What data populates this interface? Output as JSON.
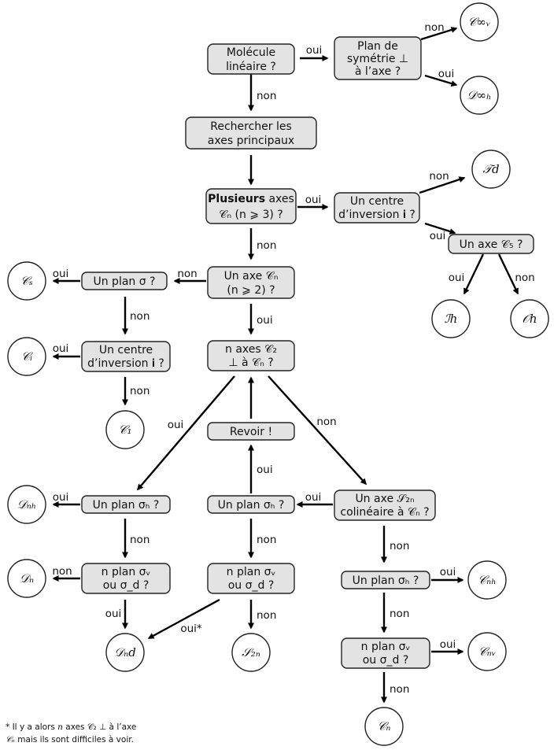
{
  "questions": {
    "lineaire": {
      "l1": "Molécule",
      "l2": "linéaire ?"
    },
    "sym_axe": {
      "l1": "Plan de",
      "l2": "symétrie ⊥",
      "l3": "à l’axe ?"
    },
    "axes_princ": {
      "l1": "Rechercher les",
      "l2": "axes principaux"
    },
    "plusieurs": {
      "l1_bold": "Plusieurs",
      "l1_rest": " axes",
      "l2": "𝒞ₙ (n ⩾ 3) ?"
    },
    "inv1": {
      "l1": "Un centre",
      "l2": "d’inversion 𝐢 ?"
    },
    "axe_c5": {
      "l1": "Un axe 𝒞₅ ?"
    },
    "axe_cn": {
      "l1": "Un axe 𝒞ₙ",
      "l2": "(n ⩾ 2) ?"
    },
    "plan_sigma": {
      "l1": "Un plan σ ?"
    },
    "inv2": {
      "l1": "Un centre",
      "l2": "d’inversion 𝐢 ?"
    },
    "n_axes_c2": {
      "l1": "n axes 𝒞₂",
      "l2": "⊥ à 𝒞ₙ ?"
    },
    "revoir": {
      "l1": "Revoir !"
    },
    "plan_h_left": {
      "l1": "Un plan σₕ ?"
    },
    "plan_h_mid": {
      "l1": "Un plan σₕ ?"
    },
    "axe_s2n": {
      "l1": "Un axe 𝒮₂ₙ",
      "l2": "colinéaire à 𝒞ₙ ?"
    },
    "nplan_left": {
      "l1": "n plan σᵥ",
      "l2": "ou σ_d ?"
    },
    "nplan_mid": {
      "l1": "n plan σᵥ",
      "l2": "ou σ_d ?"
    },
    "plan_h_right": {
      "l1": "Un plan σₕ ?"
    },
    "nplan_right": {
      "l1": "n plan σᵥ",
      "l2": "ou σ_d ?"
    }
  },
  "groups": {
    "cinfv": "𝒞∞ᵥ",
    "dinfh": "𝒟∞ₕ",
    "td": "𝒯d",
    "ih": "ℐh",
    "oh": "𝒪h",
    "cs": "𝒞ₛ",
    "ci": "𝒞ᵢ",
    "c1": "𝒞₁",
    "dnh": "𝒟ₙₕ",
    "dn": "𝒟ₙ",
    "dnd": "𝒟ₙd",
    "s2n": "𝒮₂ₙ",
    "cnh": "𝒞ₙₕ",
    "cnv": "𝒞ₙᵥ",
    "cn": "𝒞ₙ"
  },
  "labels": {
    "oui": "oui",
    "non": "non",
    "oui_star": "oui*"
  },
  "footnote": {
    "line1_a": "* Il y a alors ",
    "line1_n": "n",
    "line1_b": " axes 𝒞₂ ⊥ à l’axe",
    "line2_c": "𝒞ₙ",
    "line2_b": " mais ils sont difficiles à voir."
  },
  "colors": {
    "box_fill": "#e3e3e3",
    "stroke": "#222222",
    "arrow": "#000000"
  }
}
